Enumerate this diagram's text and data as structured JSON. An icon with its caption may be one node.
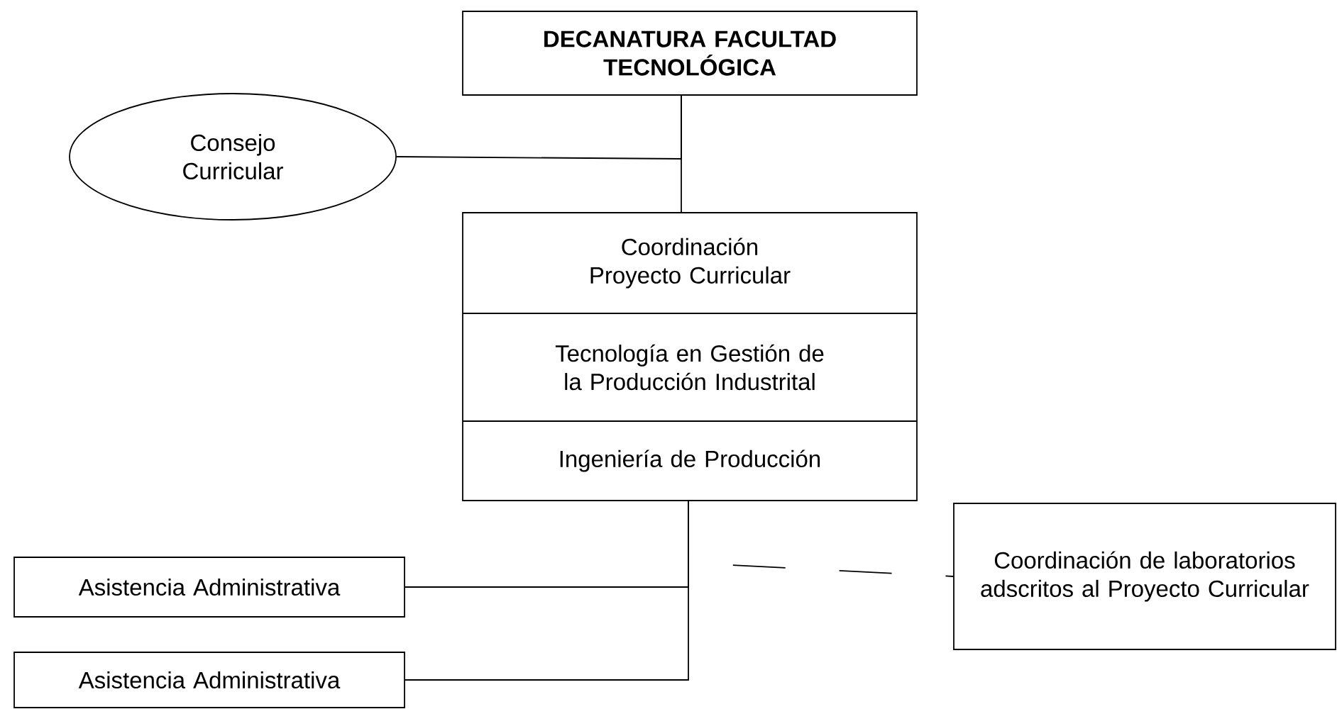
{
  "diagram": {
    "nodes": [
      {
        "text": [
          "DECANATURA FACULTAD TECNOLÓGICA"
        ]
      },
      {
        "text": [
          "Consejo Curricular"
        ]
      },
      {
        "text": [
          "Coordinación Proyecto Curricular",
          "Tecnología en Gestión de la Producción Industrital",
          "Ingeniería de Producción"
        ]
      },
      {
        "text": [
          "Asistencia Administrativa"
        ]
      },
      {
        "text": [
          "Coordinación de laboratorios adscritos al Proyecto Curricular"
        ]
      },
      {
        "text": [
          "Asistencia Administrativa"
        ]
      }
    ],
    "edges": [
      {
        "from": 0,
        "to": 2,
        "arrow": "none"
      },
      {
        "from": 1,
        "to": 0,
        "arrow": "none"
      },
      {
        "from": 2,
        "to": 3,
        "arrow": "none"
      },
      {
        "from": 2,
        "to": 4,
        "arrow": "none",
        "style": "dashed"
      },
      {
        "from": 2,
        "to": 5,
        "arrow": "none"
      }
    ]
  }
}
